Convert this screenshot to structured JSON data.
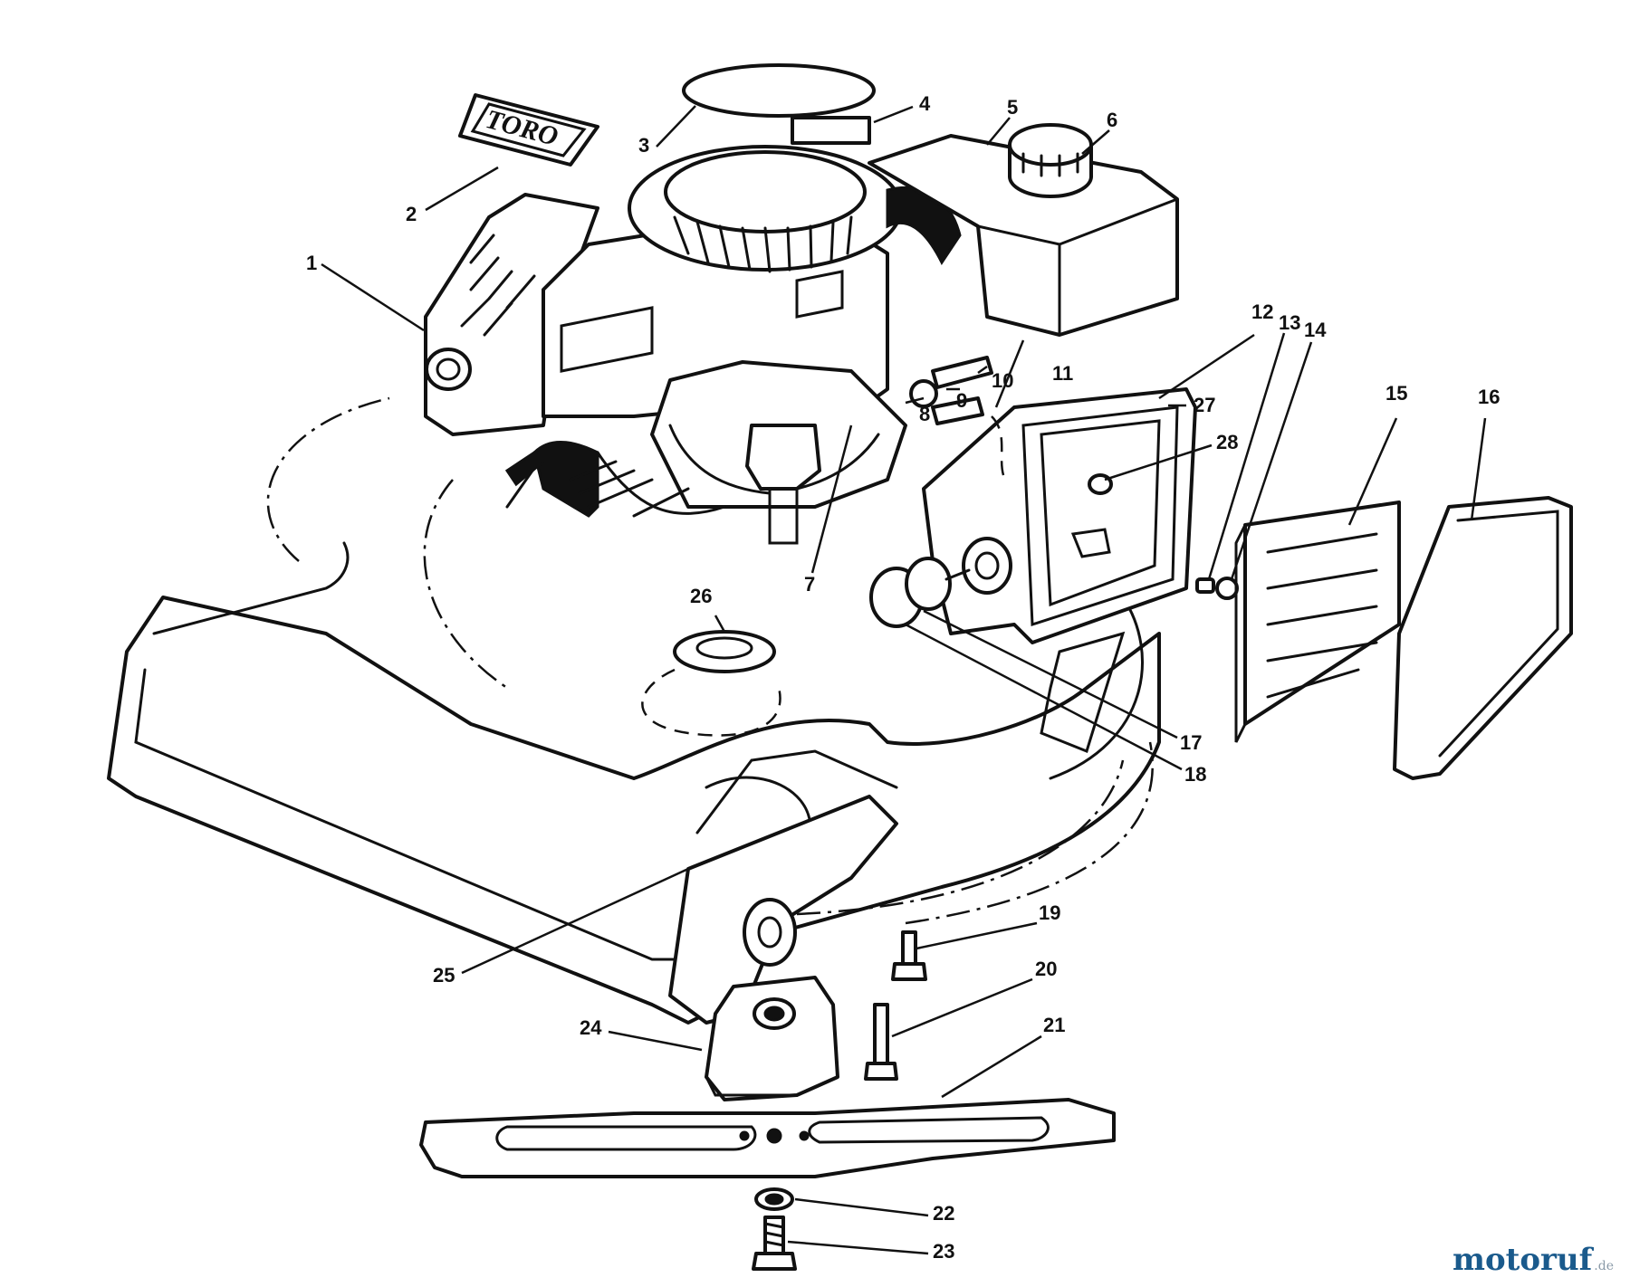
{
  "brand_label": "TORO",
  "watermark": {
    "name": "motoruf",
    "domain": ".de"
  },
  "callouts": [
    "1",
    "2",
    "3",
    "4",
    "5",
    "6",
    "7",
    "8",
    "9",
    "10",
    "11",
    "12",
    "13",
    "14",
    "15",
    "16",
    "17",
    "18",
    "19",
    "20",
    "21",
    "22",
    "23",
    "24",
    "25",
    "26",
    "27",
    "28"
  ],
  "colors": {
    "line": "#111111",
    "background": "#ffffff",
    "watermark": "#1a5a8c"
  }
}
